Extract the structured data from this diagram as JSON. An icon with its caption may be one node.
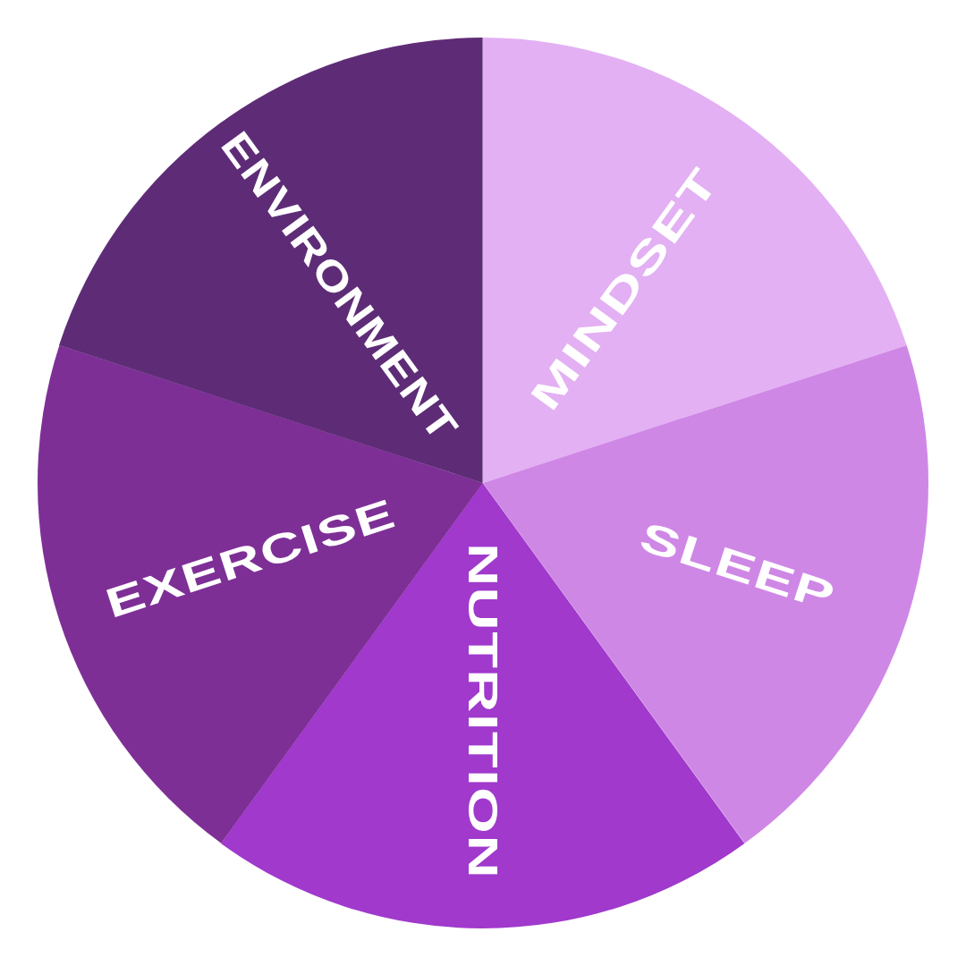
{
  "diagram": {
    "nodes": [
      {
        "text": [
          "MINDSET"
        ]
      },
      {
        "text": [
          "SLEEP"
        ]
      },
      {
        "text": [
          "NUTRITION"
        ]
      },
      {
        "text": [
          "EXERCISE"
        ]
      },
      {
        "text": [
          "ENVIRONMENT"
        ]
      }
    ]
  }
}
